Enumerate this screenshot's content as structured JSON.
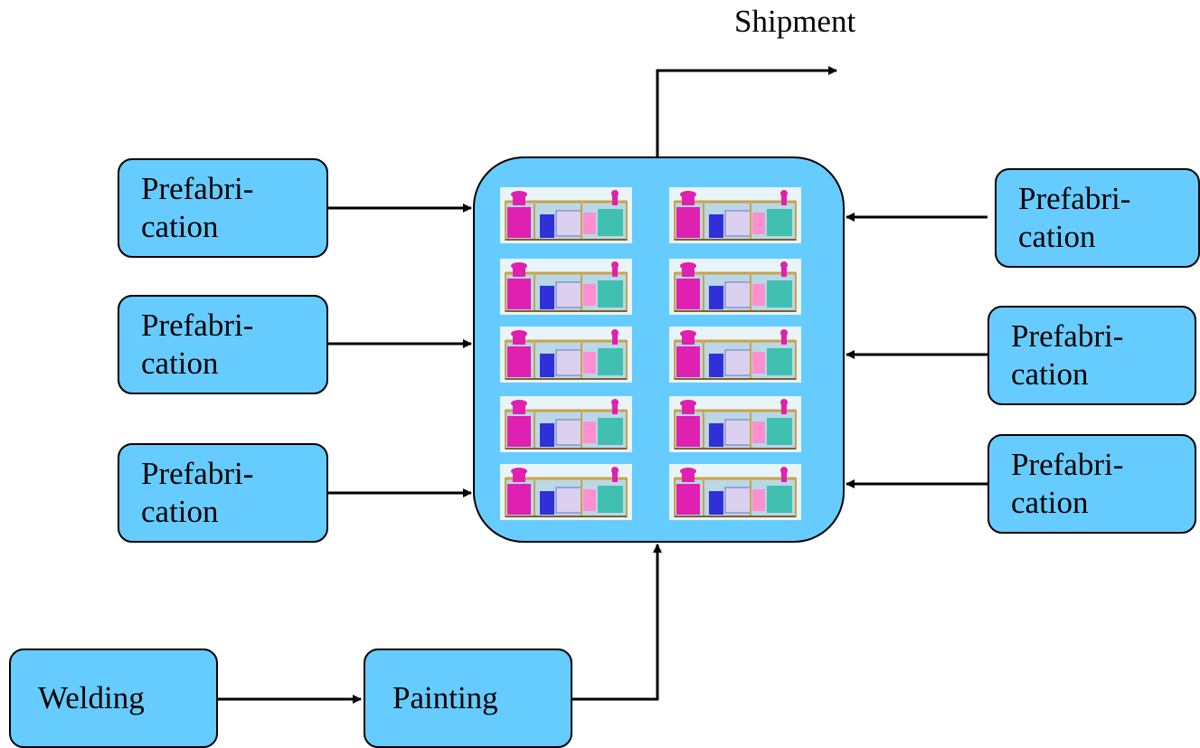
{
  "diagram": {
    "output_label": "Shipment",
    "prefab_left": [
      {
        "line1": "Prefabri-",
        "line2": "cation"
      },
      {
        "line1": "Prefabri-",
        "line2": "cation"
      },
      {
        "line1": "Prefabri-",
        "line2": "cation"
      }
    ],
    "prefab_right": [
      {
        "line1": "Prefabri-",
        "line2": "cation"
      },
      {
        "line1": "Prefabri-",
        "line2": "cation"
      },
      {
        "line1": "Prefabri-",
        "line2": "cation"
      }
    ],
    "welding": "Welding",
    "painting": "Painting",
    "module_grid": {
      "rows": 5,
      "cols": 2
    },
    "colors": {
      "box_fill": "#66ccff",
      "stroke": "#000000",
      "module_accent": "#e020b0"
    }
  }
}
